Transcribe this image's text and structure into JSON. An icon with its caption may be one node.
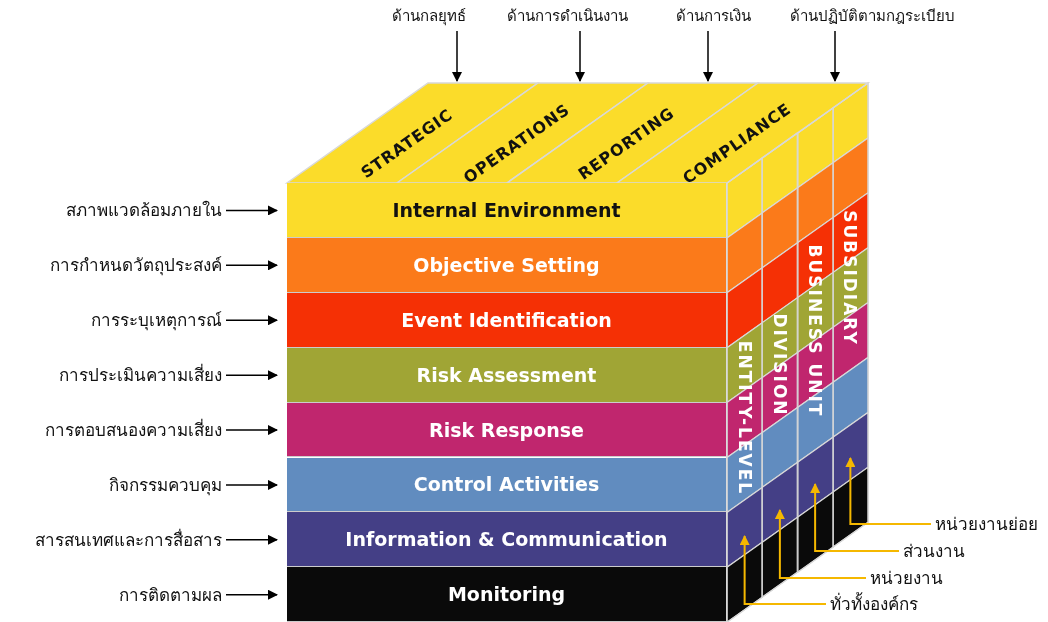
{
  "diagram": {
    "nodes": [
      {
        "text": [
          "ด้านกลยุทธ์"
        ]
      },
      {
        "text": [
          "ด้านการดำเนินงาน"
        ]
      },
      {
        "text": [
          "ด้านการเงิน"
        ]
      },
      {
        "text": [
          "ด้านปฏิบัติตามกฎระเบียบ"
        ]
      },
      {
        "text": [
          "STRATEGIC"
        ]
      },
      {
        "text": [
          "OPERATIONS"
        ]
      },
      {
        "text": [
          "REPORTING"
        ]
      },
      {
        "text": [
          "COMPLIANCE"
        ]
      },
      {
        "text": [
          "สภาพแวดล้อมภายใน"
        ]
      },
      {
        "text": [
          "การกำหนดวัตถุประสงค์"
        ]
      },
      {
        "text": [
          "การระบุเหตุการณ์"
        ]
      },
      {
        "text": [
          "การประเมินความเสี่ยง"
        ]
      },
      {
        "text": [
          "การตอบสนองความเสี่ยง"
        ]
      },
      {
        "text": [
          "กิจกรรมควบคุม"
        ]
      },
      {
        "text": [
          "สารสนเทศและการสื่อสาร"
        ]
      },
      {
        "text": [
          "การติดตามผล"
        ]
      },
      {
        "text": [
          "Internal Environment"
        ]
      },
      {
        "text": [
          "Objective Setting"
        ]
      },
      {
        "text": [
          "Event Identification"
        ]
      },
      {
        "text": [
          "Risk Assessment"
        ]
      },
      {
        "text": [
          "Risk Response"
        ]
      },
      {
        "text": [
          "Control Activities"
        ]
      },
      {
        "text": [
          "Information & Communication"
        ]
      },
      {
        "text": [
          "Monitoring"
        ]
      },
      {
        "text": [
          "ENTITY-LEVEL"
        ]
      },
      {
        "text": [
          "DIVISION"
        ]
      },
      {
        "text": [
          "BUSINESS UNIT"
        ]
      },
      {
        "text": [
          "SUBSIDIARY"
        ]
      },
      {
        "text": [
          "หน่วยงานย่อย"
        ]
      },
      {
        "text": [
          "ส่วนงาน"
        ]
      },
      {
        "text": [
          "หน่วยงาน"
        ]
      },
      {
        "text": [
          "ทั่วทั้งองค์กร"
        ]
      }
    ],
    "edges": [
      {
        "from": 0,
        "to": 4,
        "arrow": "to"
      },
      {
        "from": 1,
        "to": 5,
        "arrow": "to"
      },
      {
        "from": 2,
        "to": 6,
        "arrow": "to"
      },
      {
        "from": 3,
        "to": 7,
        "arrow": "to"
      },
      {
        "from": 8,
        "to": 16,
        "arrow": "to"
      },
      {
        "from": 9,
        "to": 17,
        "arrow": "to"
      },
      {
        "from": 10,
        "to": 18,
        "arrow": "to"
      },
      {
        "from": 11,
        "to": 19,
        "arrow": "to"
      },
      {
        "from": 12,
        "to": 20,
        "arrow": "to"
      },
      {
        "from": 13,
        "to": 21,
        "arrow": "to"
      },
      {
        "from": 14,
        "to": 22,
        "arrow": "to"
      },
      {
        "from": 15,
        "to": 23,
        "arrow": "to"
      },
      {
        "from": 28,
        "to": 27,
        "arrow": "to",
        "color": "#f5b800"
      },
      {
        "from": 29,
        "to": 26,
        "arrow": "to",
        "color": "#f5b800"
      },
      {
        "from": 30,
        "to": 25,
        "arrow": "to",
        "color": "#f5b800"
      },
      {
        "from": 31,
        "to": 24,
        "arrow": "to",
        "color": "#f5b800"
      }
    ]
  }
}
